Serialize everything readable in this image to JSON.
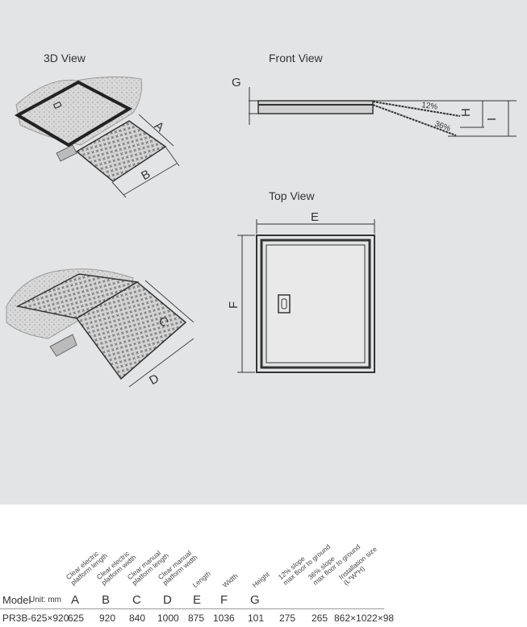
{
  "views": {
    "view3d": "3D View",
    "front": "Front View",
    "top": "Top View"
  },
  "dimension_labels": {
    "A": "A",
    "B": "B",
    "C": "C",
    "D": "D",
    "E": "E",
    "F": "F",
    "G": "G",
    "H": "H",
    "I": "I"
  },
  "slopes": {
    "s12": "12%",
    "s36": "36%"
  },
  "table": {
    "model_label": "Model",
    "unit_label": "Unit: mm",
    "headers": [
      {
        "desc": "Clear electric\nplatform length",
        "letter": "A"
      },
      {
        "desc": "Clear electric\nplatform width",
        "letter": "B"
      },
      {
        "desc": "Clear manual\nplatform length",
        "letter": "C"
      },
      {
        "desc": "Clear manual\nplatform width",
        "letter": "D"
      },
      {
        "desc": "Length",
        "letter": "E"
      },
      {
        "desc": "Width",
        "letter": "F"
      },
      {
        "desc": "Height",
        "letter": "G"
      },
      {
        "desc": "12% slope\nmax floor to ground",
        "letter": ""
      },
      {
        "desc": "36% slope\nmax floor to ground",
        "letter": ""
      },
      {
        "desc": "Installation size\n(L*W*H)",
        "letter": ""
      }
    ],
    "row": {
      "model": "PR3B-625×920",
      "values": [
        "625",
        "920",
        "840",
        "1000",
        "875",
        "1036",
        "101",
        "275",
        "265",
        "862×1022×98"
      ]
    }
  }
}
